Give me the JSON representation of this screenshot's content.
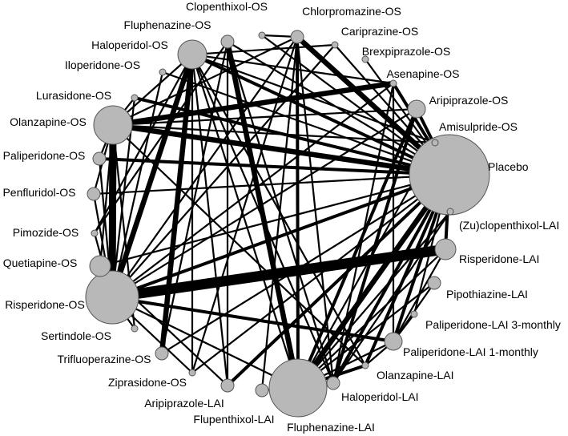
{
  "nodes": [
    {
      "id": "placebo",
      "label": "Placebo",
      "size": "xl"
    },
    {
      "id": "zu",
      "label": "(Zu)clopenthixol-LAI",
      "size": "xs"
    },
    {
      "id": "risp_lai",
      "label": "Risperidone-LAI",
      "size": "m"
    },
    {
      "id": "pipo",
      "label": "Pipothiazine-LAI",
      "size": "s"
    },
    {
      "id": "pali3",
      "label": "Paliperidone-LAI 3-monthly",
      "size": "xs"
    },
    {
      "id": "pali1",
      "label": "Paliperidone-LAI 1-monthly",
      "size": "m"
    },
    {
      "id": "olz_lai",
      "label": "Olanzapine-LAI",
      "size": "xs"
    },
    {
      "id": "halo_lai",
      "label": "Haloperidol-LAI",
      "size": "s"
    },
    {
      "id": "flu_lai",
      "label": "Fluphenazine-LAI",
      "size": "xl"
    },
    {
      "id": "flupx_lai",
      "label": "Flupenthixol-LAI",
      "size": "s"
    },
    {
      "id": "ari_lai",
      "label": "Aripiprazole-LAI",
      "size": "s"
    },
    {
      "id": "zip",
      "label": "Ziprasidone-OS",
      "size": "xs"
    },
    {
      "id": "trif",
      "label": "Trifluoperazine-OS",
      "size": "s"
    },
    {
      "id": "sert",
      "label": "Sertindole-OS",
      "size": "xs"
    },
    {
      "id": "risp_os",
      "label": "Risperidone-OS",
      "size": "xl"
    },
    {
      "id": "quet",
      "label": "Quetiapine-OS",
      "size": "m"
    },
    {
      "id": "pimo",
      "label": "Pimozide-OS",
      "size": "xs"
    },
    {
      "id": "penf",
      "label": "Penfluridol-OS",
      "size": "s"
    },
    {
      "id": "pali_os",
      "label": "Paliperidone-OS",
      "size": "s"
    },
    {
      "id": "olz_os",
      "label": "Olanzapine-OS",
      "size": "l"
    },
    {
      "id": "lura",
      "label": "Lurasidone-OS",
      "size": "xs"
    },
    {
      "id": "ilo",
      "label": "Iloperidone-OS",
      "size": "xs"
    },
    {
      "id": "halo_os",
      "label": "Haloperidol-OS",
      "size": "l"
    },
    {
      "id": "fluph_os",
      "label": "Fluphenazine-OS",
      "size": "s"
    },
    {
      "id": "clop",
      "label": "Clopenthixol-OS",
      "size": "xs"
    },
    {
      "id": "chlor",
      "label": "Chlorpromazine-OS",
      "size": "s"
    },
    {
      "id": "cari",
      "label": "Cariprazine-OS",
      "size": "xs"
    },
    {
      "id": "brex",
      "label": "Brexpiprazole-OS",
      "size": "xs"
    },
    {
      "id": "asen",
      "label": "Asenapine-OS",
      "size": "xs"
    },
    {
      "id": "aripo",
      "label": "Aripiprazole-OS",
      "size": "s"
    },
    {
      "id": "amis",
      "label": "Amisulpride-OS",
      "size": "xs"
    }
  ],
  "edges": [
    [
      "placebo",
      "olz_os",
      3
    ],
    [
      "placebo",
      "risp_os",
      2
    ],
    [
      "placebo",
      "halo_os",
      2
    ],
    [
      "placebo",
      "chlor",
      3
    ],
    [
      "placebo",
      "cari",
      1
    ],
    [
      "placebo",
      "brex",
      1
    ],
    [
      "placebo",
      "asen",
      2
    ],
    [
      "placebo",
      "aripo",
      2
    ],
    [
      "placebo",
      "amis",
      1
    ],
    [
      "placebo",
      "lura",
      2
    ],
    [
      "placebo",
      "ilo",
      1
    ],
    [
      "placebo",
      "pali_os",
      2
    ],
    [
      "placebo",
      "penf",
      1
    ],
    [
      "placebo",
      "quet",
      1
    ],
    [
      "placebo",
      "fluph_os",
      1
    ],
    [
      "placebo",
      "clop",
      1
    ],
    [
      "placebo",
      "risp_lai",
      2
    ],
    [
      "placebo",
      "pali1",
      2
    ],
    [
      "placebo",
      "pali3",
      1
    ],
    [
      "placebo",
      "olz_lai",
      2
    ],
    [
      "placebo",
      "halo_lai",
      2
    ],
    [
      "placebo",
      "flu_lai",
      3
    ],
    [
      "placebo",
      "zu",
      1
    ],
    [
      "placebo",
      "ari_lai",
      2
    ],
    [
      "placebo",
      "trif",
      1
    ],
    [
      "placebo",
      "zip",
      1
    ],
    [
      "risp_os",
      "risp_lai",
      5
    ],
    [
      "risp_os",
      "olz_os",
      4
    ],
    [
      "risp_os",
      "halo_os",
      3
    ],
    [
      "risp_os",
      "quet",
      1
    ],
    [
      "risp_os",
      "pimo",
      1
    ],
    [
      "risp_os",
      "sert",
      1
    ],
    [
      "risp_os",
      "penf",
      1
    ],
    [
      "risp_os",
      "pali_os",
      1
    ],
    [
      "risp_os",
      "ilo",
      1
    ],
    [
      "risp_os",
      "lura",
      1
    ],
    [
      "risp_os",
      "pali1",
      2
    ],
    [
      "risp_os",
      "aripo",
      1
    ],
    [
      "risp_os",
      "zip",
      1
    ],
    [
      "risp_os",
      "cari",
      1
    ],
    [
      "risp_os",
      "asen",
      1
    ],
    [
      "olz_os",
      "asen",
      3
    ],
    [
      "olz_os",
      "aripo",
      1
    ],
    [
      "olz_os",
      "amis",
      1
    ],
    [
      "olz_os",
      "quet",
      1
    ],
    [
      "olz_os",
      "halo_os",
      1
    ],
    [
      "olz_os",
      "pali_os",
      1
    ],
    [
      "olz_os",
      "lura",
      1
    ],
    [
      "olz_os",
      "olz_lai",
      1
    ],
    [
      "olz_os",
      "sert",
      1
    ],
    [
      "olz_os",
      "penf",
      1
    ],
    [
      "halo_os",
      "flu_lai",
      1
    ],
    [
      "halo_os",
      "trif",
      3
    ],
    [
      "halo_os",
      "olz_lai",
      1
    ],
    [
      "halo_os",
      "ari_lai",
      1
    ],
    [
      "halo_os",
      "zip",
      1
    ],
    [
      "halo_os",
      "asen",
      1
    ],
    [
      "halo_os",
      "amis",
      1
    ],
    [
      "halo_os",
      "pimo",
      1
    ],
    [
      "halo_os",
      "cari",
      1
    ],
    [
      "halo_os",
      "halo_lai",
      1
    ],
    [
      "fluph_os",
      "flu_lai",
      3
    ],
    [
      "fluph_os",
      "trif",
      1
    ],
    [
      "fluph_os",
      "halo_lai",
      1
    ],
    [
      "fluph_os",
      "pimo",
      1
    ],
    [
      "fluph_os",
      "ari_lai",
      1
    ],
    [
      "chlor",
      "flu_lai",
      2
    ],
    [
      "chlor",
      "zip",
      1
    ],
    [
      "chlor",
      "clop",
      1
    ],
    [
      "chlor",
      "flupx_lai",
      1
    ],
    [
      "chlor",
      "risp_os",
      1
    ],
    [
      "chlor",
      "olz_os",
      1
    ],
    [
      "chlor",
      "halo_lai",
      1
    ],
    [
      "flu_lai",
      "risp_lai",
      1
    ],
    [
      "flu_lai",
      "pipo",
      1
    ],
    [
      "flu_lai",
      "halo_lai",
      3
    ],
    [
      "flu_lai",
      "flupx_lai",
      1
    ],
    [
      "flu_lai",
      "olz_lai",
      2
    ],
    [
      "flu_lai",
      "pali1",
      1
    ],
    [
      "flu_lai",
      "aripo",
      2
    ],
    [
      "flu_lai",
      "zu",
      1
    ],
    [
      "flu_lai",
      "risp_os",
      1
    ],
    [
      "halo_lai",
      "aripo",
      2
    ],
    [
      "halo_lai",
      "zu",
      1
    ],
    [
      "pali1",
      "pipo",
      1
    ],
    [
      "pali1",
      "asen",
      1
    ],
    [
      "pali1",
      "risp_lai",
      1
    ],
    [
      "pali1",
      "olz_lai",
      1
    ],
    [
      "flu_lai",
      "amis",
      1
    ],
    [
      "halo_lai",
      "asen",
      1
    ],
    [
      "pali1",
      "pali3",
      1
    ],
    [
      "quet",
      "ari_lai",
      1
    ]
  ]
}
